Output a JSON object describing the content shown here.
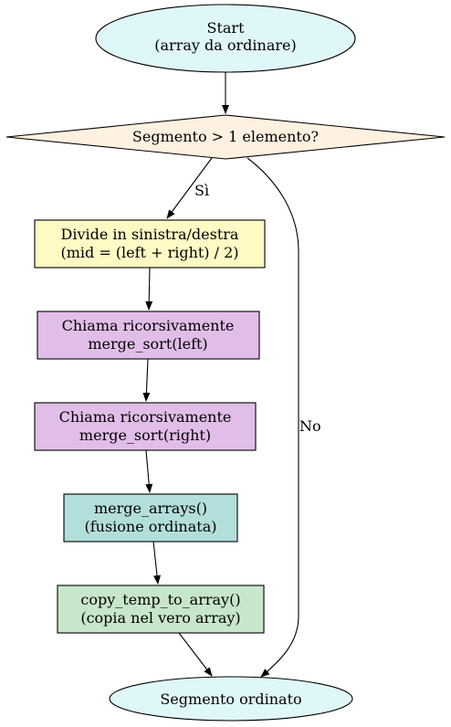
{
  "nodes": {
    "start": {
      "lines": [
        "Start",
        "(array da ordinare)"
      ],
      "fill": "#e0f7fa"
    },
    "decision": {
      "lines": [
        "Segmento > 1 elemento?"
      ],
      "fill": "#fff1e0"
    },
    "divide": {
      "lines": [
        "Divide in sinistra/destra",
        "(mid = (left + right) / 2)"
      ],
      "fill": "#fff9c4"
    },
    "sort_left": {
      "lines": [
        "Chiama ricorsivamente",
        "merge_sort(left)"
      ],
      "fill": "#e1bee7"
    },
    "sort_right": {
      "lines": [
        "Chiama ricorsivamente",
        "merge_sort(right)"
      ],
      "fill": "#e1bee7"
    },
    "merge": {
      "lines": [
        "merge_arrays()",
        "(fusione ordinata)"
      ],
      "fill": "#b2dfdb"
    },
    "copy": {
      "lines": [
        "copy_temp_to_array()",
        "(copia nel vero array)"
      ],
      "fill": "#c8e6c9"
    },
    "end": {
      "lines": [
        "Segmento ordinato"
      ],
      "fill": "#e0f7fa"
    }
  },
  "edges": {
    "yes_label": "Sì",
    "no_label": "No"
  }
}
